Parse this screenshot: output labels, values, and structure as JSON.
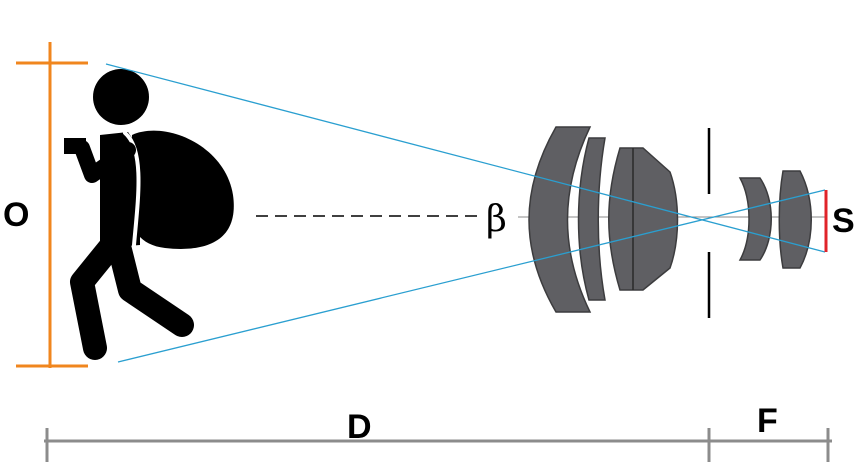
{
  "labels": {
    "object": "O",
    "sensor": "S",
    "distance": "D",
    "focal": "F",
    "angle": "β"
  },
  "colors": {
    "object_bar": "#f0861e",
    "ray": "#2a9fd0",
    "lens": "#5f5f63",
    "sensor": "#e0242a",
    "axis": "#8c8c8c",
    "figure": "#000000"
  },
  "icons": {
    "person": "person-with-camera-and-sack-icon"
  }
}
